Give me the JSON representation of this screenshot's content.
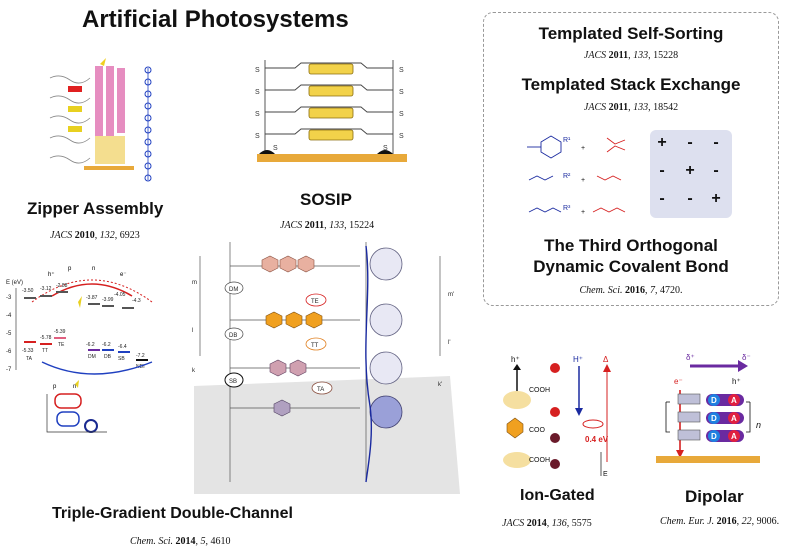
{
  "main_title": "Artificial Photosystems",
  "sections": {
    "zipper": {
      "title": "Zipper Assembly",
      "citation": {
        "journal": "JACS",
        "year": "2010",
        "volume": "132",
        "pages": "6923"
      }
    },
    "sosip": {
      "title": "SOSIP",
      "citation": {
        "journal": "JACS",
        "year": "2011",
        "volume": "133",
        "pages": "15224"
      },
      "chain_labels": [
        "S",
        "S",
        "S",
        "S",
        "S",
        "S",
        "S",
        "S",
        "S",
        "S"
      ]
    },
    "self_sorting": {
      "title": "Templated Self-Sorting",
      "citation": {
        "journal": "JACS",
        "year": "2011",
        "volume": "133",
        "pages": "15228"
      }
    },
    "stack_exchange": {
      "title": "Templated Stack Exchange",
      "citation": {
        "journal": "JACS",
        "year": "2011",
        "volume": "133",
        "pages": "18542"
      }
    },
    "third_orthogonal": {
      "title_line1": "The Third Orthogonal",
      "title_line2": "Dynamic Covalent Bond",
      "citation": {
        "journal": "Chem. Sci.",
        "year": "2016",
        "volume": "7",
        "pages": "4720."
      },
      "matrix": [
        [
          "+",
          "-",
          "-"
        ],
        [
          "-",
          "+",
          "-"
        ],
        [
          "-",
          "-",
          "+"
        ]
      ],
      "reaction_labels": [
        "R¹",
        "R²",
        "R³",
        "+",
        "+",
        "+"
      ]
    },
    "triple_gradient": {
      "title": "Triple-Gradient Double-Channel",
      "citation": {
        "journal": "Chem. Sci.",
        "year": "2014",
        "volume": "5",
        "pages": "4610"
      },
      "energy_axis_label": "E (eV)",
      "energy_ticks": [
        "-3",
        "-4",
        "-5",
        "-6",
        "-7"
      ],
      "level_values": [
        "-3.50",
        "-3.12",
        "-2.88",
        "-3.87",
        "-3.99",
        "-4.05",
        "-4.3",
        "-5.33",
        "-5.78",
        "-5.39",
        "-6.2",
        "-6.2",
        "-6.4",
        "-7.2"
      ],
      "level_labels": [
        "TA",
        "TT",
        "TE",
        "DM",
        "DB",
        "SB",
        "NDI"
      ],
      "charge_labels": [
        "h⁺",
        "e⁻",
        "p",
        "n"
      ],
      "structure_tags": [
        "DM",
        "DB",
        "SB",
        "TE",
        "TT",
        "TA"
      ],
      "repeat_labels": [
        "m",
        "l",
        "k",
        "m'",
        "l'",
        "k'"
      ]
    },
    "ion_gated": {
      "title": "Ion-Gated",
      "citation": {
        "journal": "JACS",
        "year": "2014",
        "volume": "136",
        "pages": "5575"
      },
      "labels": {
        "h_plus": "h⁺",
        "cooh_top": "COOH",
        "coo": "COO",
        "cooh_bottom": "COOH",
        "h_ion": "H⁺",
        "delta": "Δ",
        "energy": "0.4 eV",
        "axis": "E"
      }
    },
    "dipolar": {
      "title": "Dipolar",
      "citation": {
        "journal": "Chem. Eur. J.",
        "year": "2016",
        "volume": "22",
        "pages": "9006."
      },
      "labels": {
        "delta_plus": "δ⁺",
        "delta_minus": "δ⁻",
        "e_minus": "e⁻",
        "h_plus": "h⁺",
        "n": "n",
        "donor": "D",
        "acceptor": "A"
      }
    }
  },
  "colors": {
    "gold": "#e8a93a",
    "red": "#d62020",
    "blue": "#2040c0",
    "purple": "#6a2aa0",
    "pink": "#e070b0",
    "matrix_bg": "#dde0ef"
  }
}
